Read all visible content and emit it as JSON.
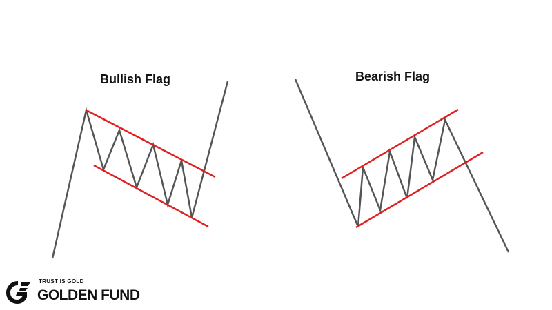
{
  "diagrams": [
    {
      "title": "Bullish Flag"
    },
    {
      "title": "Bearish Flag"
    }
  ],
  "brand": {
    "tagline": "TRUST IS GOLD",
    "name": "GOLDEN FUND"
  },
  "colors": {
    "price_line": "#555555",
    "channel_line": "#e02020",
    "text": "#111111"
  }
}
